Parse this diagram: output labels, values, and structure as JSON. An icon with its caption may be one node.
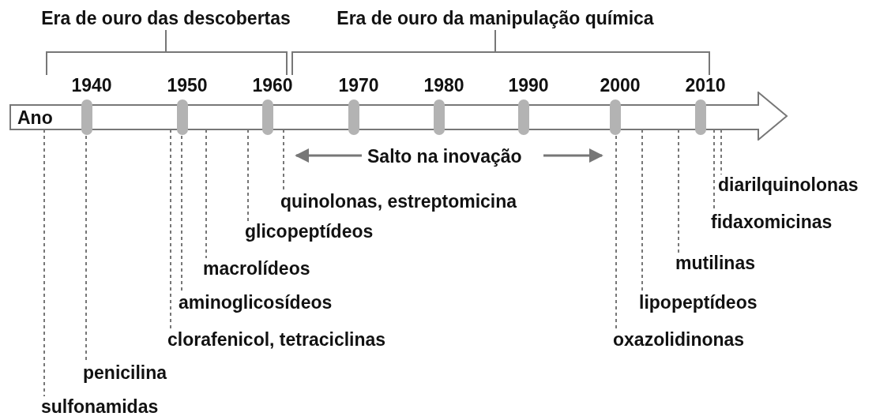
{
  "diagram": {
    "nodes": [
      {
        "text": [
          "Ano"
        ]
      },
      {
        "text": [
          "sulfonamidas"
        ]
      },
      {
        "text": [
          "penicilina"
        ]
      },
      {
        "text": [
          "clorafenicol, tetraciclinas"
        ]
      },
      {
        "text": [
          "aminoglicosídeos"
        ]
      },
      {
        "text": [
          "macrolídeos"
        ]
      },
      {
        "text": [
          "glicopeptídeos"
        ]
      },
      {
        "text": [
          "quinolonas, estreptomicina"
        ]
      },
      {
        "text": [
          "oxazolidinonas"
        ]
      },
      {
        "text": [
          "lipopeptídeos"
        ]
      },
      {
        "text": [
          "mutilinas"
        ]
      },
      {
        "text": [
          "fidaxomicinas"
        ]
      },
      {
        "text": [
          "diarilquinolonas"
        ]
      }
    ],
    "edges": [
      {
        "from": 0,
        "to": 1,
        "arrow": "none",
        "style": "dashed"
      },
      {
        "from": 0,
        "to": 2,
        "arrow": "none",
        "style": "dashed"
      },
      {
        "from": 0,
        "to": 3,
        "arrow": "none",
        "style": "dashed"
      },
      {
        "from": 0,
        "to": 4,
        "arrow": "none",
        "style": "dashed"
      },
      {
        "from": 0,
        "to": 5,
        "arrow": "none",
        "style": "dashed"
      },
      {
        "from": 0,
        "to": 6,
        "arrow": "none",
        "style": "dashed"
      },
      {
        "from": 0,
        "to": 7,
        "arrow": "none",
        "style": "dashed"
      },
      {
        "from": 0,
        "to": 8,
        "arrow": "none",
        "style": "dashed"
      },
      {
        "from": 0,
        "to": 9,
        "arrow": "none",
        "style": "dashed"
      },
      {
        "from": 0,
        "to": 10,
        "arrow": "none",
        "style": "dashed"
      },
      {
        "from": 0,
        "to": 11,
        "arrow": "none",
        "style": "dashed"
      },
      {
        "from": 0,
        "to": 12,
        "arrow": "none",
        "style": "dashed"
      }
    ],
    "labels": [
      "Era de ouro das descobertas",
      "Era de ouro da manipulação química",
      "1940",
      "1950",
      "1960",
      "1970",
      "1980",
      "1990",
      "2000",
      "2010",
      "Salto na inovação"
    ]
  }
}
